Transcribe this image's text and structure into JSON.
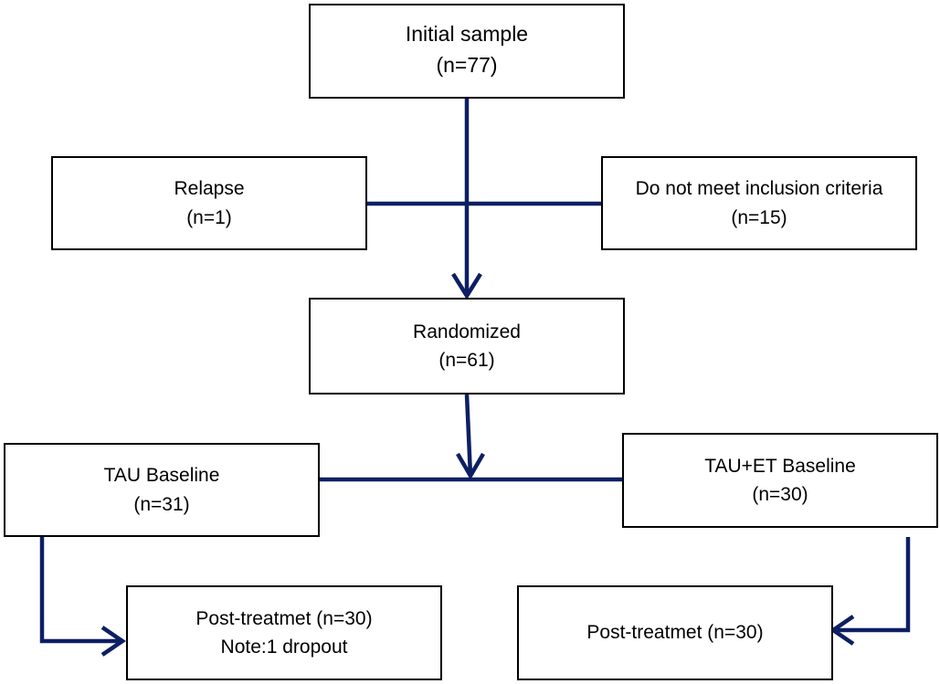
{
  "diagram": {
    "line_color": "#0d1f63",
    "box_border_color": "#000000",
    "nodes": {
      "initial": {
        "title": "Initial sample",
        "count": "(n=77)"
      },
      "relapse": {
        "title": "Relapse",
        "count": "(n=1)"
      },
      "exclude": {
        "title": "Do not meet inclusion criteria",
        "count": "(n=15)"
      },
      "random": {
        "title": "Randomized",
        "count": "(n=61)"
      },
      "tau": {
        "title": "TAU Baseline",
        "count": "(n=31)"
      },
      "tauet": {
        "title": "TAU+ET Baseline",
        "count": "(n=30)"
      },
      "post_tau": {
        "title": "Post-treatmet (n=30)",
        "note": "Note:1 dropout"
      },
      "post_et": {
        "title": "Post-treatmet (n=30)"
      }
    }
  }
}
